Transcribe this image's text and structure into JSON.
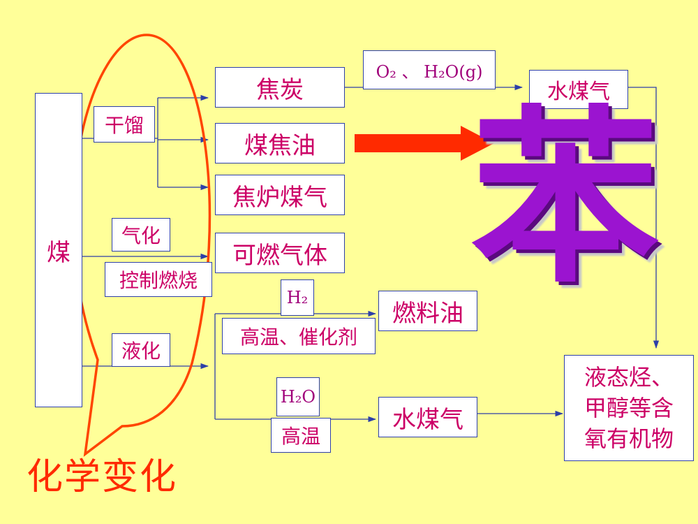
{
  "source": "煤",
  "dry_distillation": {
    "label": "干馏",
    "products": [
      "焦炭",
      "煤焦油",
      "焦炉煤气"
    ]
  },
  "gasification_label": "气化",
  "controlled_combustion_label": "控制燃烧",
  "combustible_gas": "可燃气体",
  "liquefaction_label": "液化",
  "coke_reactants": "O₂ 、 H₂O(g)",
  "coke_product": "水煤气",
  "benzene": "苯",
  "h2_label": "H₂",
  "high_temp_catalyst": "高温、催化剂",
  "fuel_oil": "燃料油",
  "h2o_label": "H₂O",
  "high_temp": "高温",
  "water_gas": "水煤气",
  "final_products": [
    "液态烃、",
    "甲醇等含",
    "氧有机物"
  ],
  "chemical_change": "化学变化",
  "colors": {
    "background": "#FFFF99",
    "text": "#cc0066",
    "border": "#2d3fa8",
    "benzene": "#9b14d0",
    "arrow": "#ff2a00",
    "ellipse": "#ff4500"
  }
}
